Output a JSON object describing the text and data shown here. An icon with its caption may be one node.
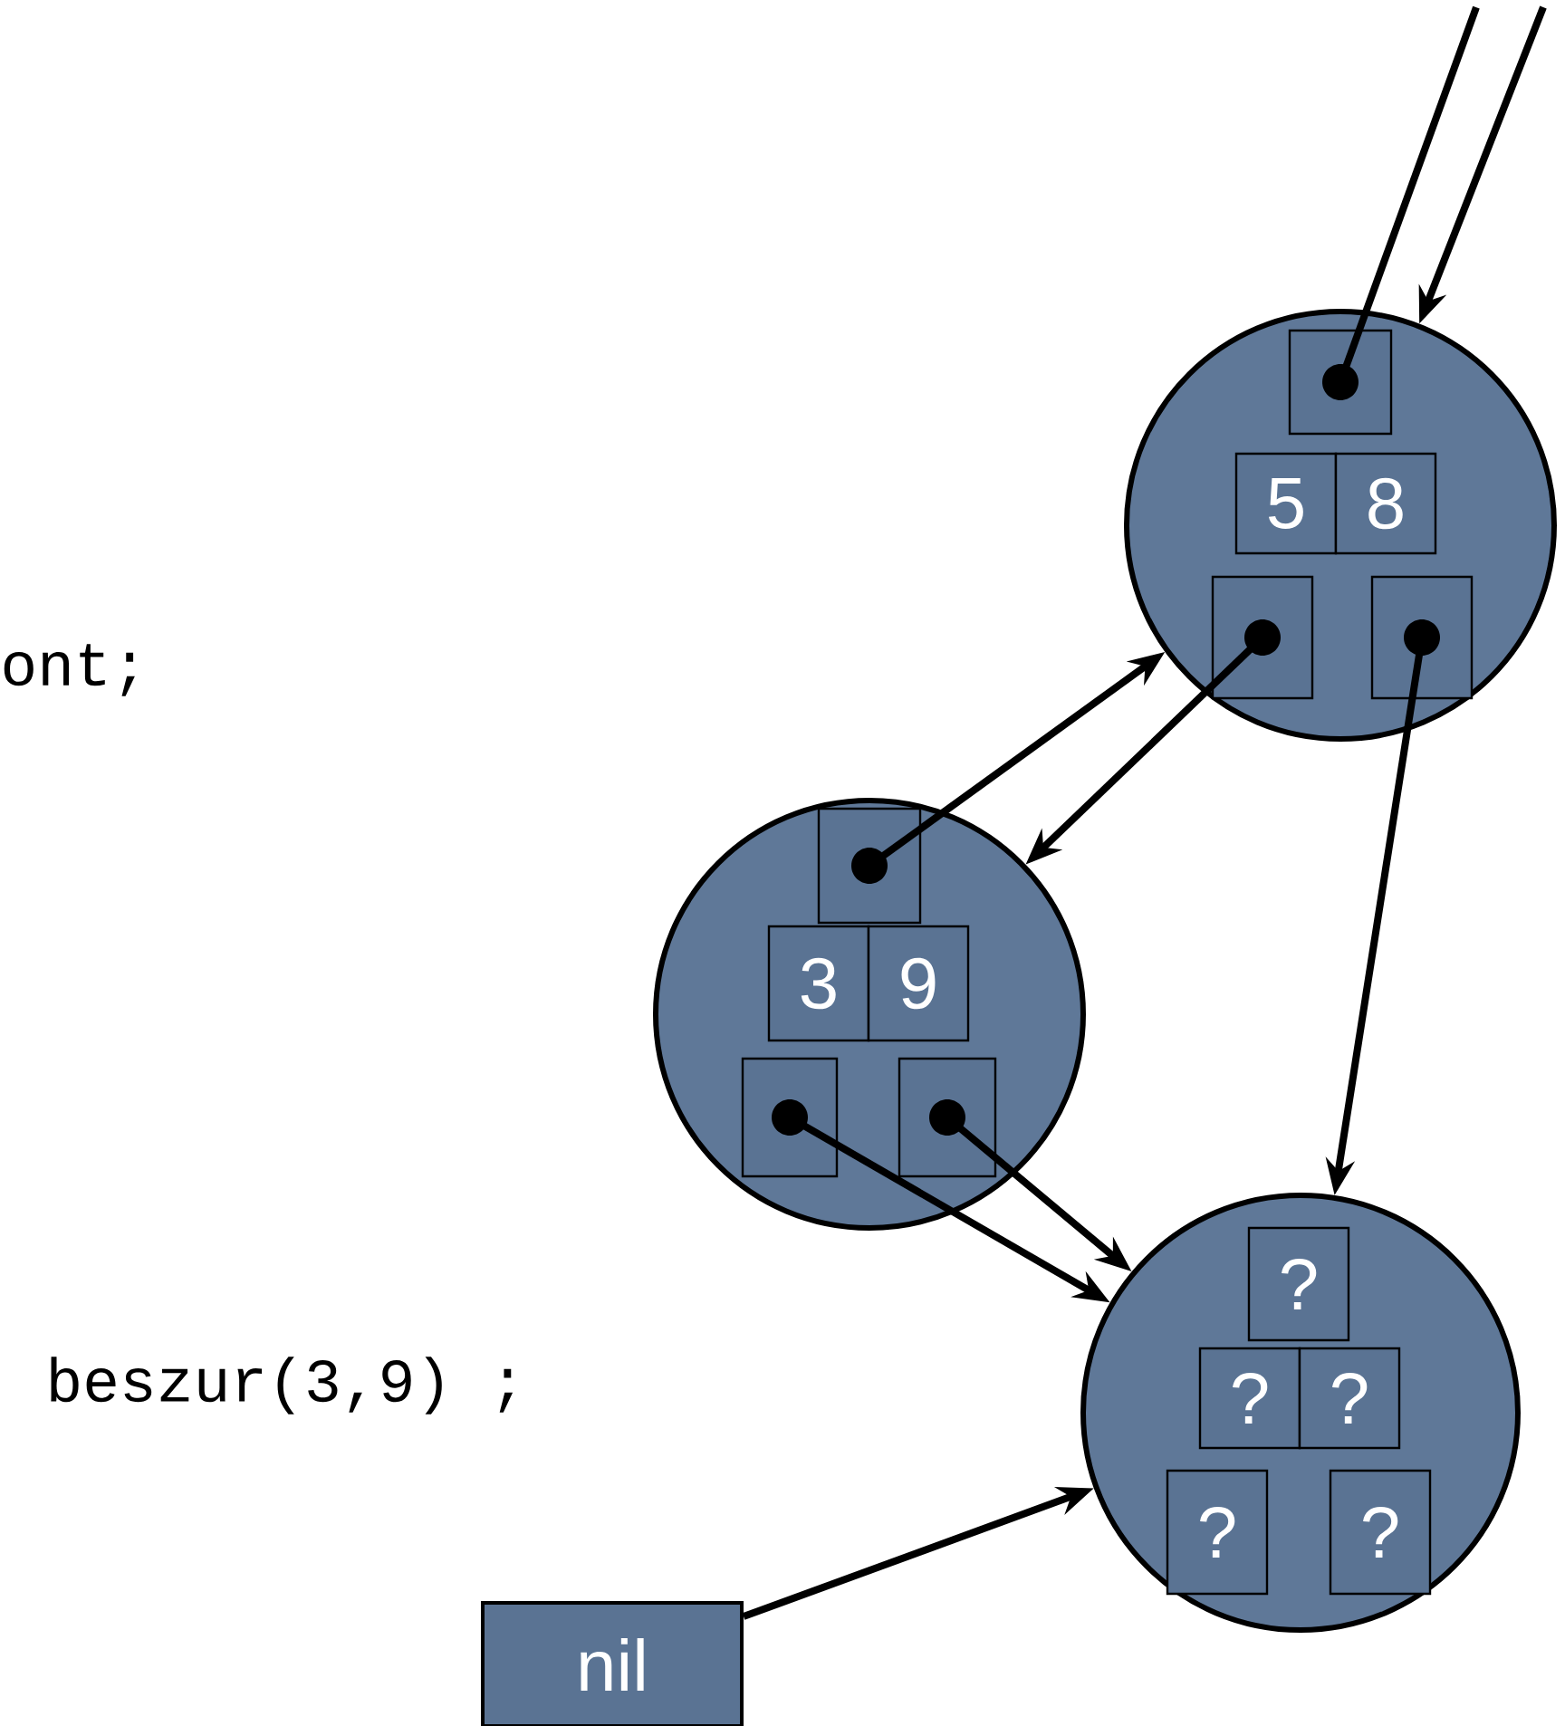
{
  "diagram": {
    "nodes": [
      {
        "text": [],
        "shape": "circle"
      },
      {
        "text": [],
        "shape": "box",
        "in": 0
      },
      {
        "text": [
          "5"
        ],
        "in": 0
      },
      {
        "text": [
          "8"
        ],
        "in": 0
      },
      {
        "text": [],
        "shape": "box",
        "in": 0
      },
      {
        "text": [],
        "shape": "box",
        "in": 0
      },
      {
        "text": [],
        "shape": "circle"
      },
      {
        "text": [],
        "shape": "box",
        "in": 6
      },
      {
        "text": [
          "3"
        ],
        "in": 6
      },
      {
        "text": [
          "9"
        ],
        "in": 6
      },
      {
        "text": [],
        "shape": "box",
        "in": 6
      },
      {
        "text": [],
        "shape": "box",
        "in": 6
      },
      {
        "text": [],
        "shape": "circle"
      },
      {
        "text": [
          "?"
        ],
        "in": 12
      },
      {
        "text": [
          "?"
        ],
        "in": 12
      },
      {
        "text": [
          "?"
        ],
        "in": 12
      },
      {
        "text": [
          "?"
        ],
        "in": 12
      },
      {
        "text": [
          "?"
        ],
        "in": 12
      },
      {
        "text": [
          "nil"
        ]
      }
    ],
    "edges": [
      {
        "from": 1,
        "to": null,
        "arrow": "none"
      },
      {
        "from": null,
        "to": 0,
        "arrow": "to"
      },
      {
        "from": 4,
        "to": 6,
        "arrow": "to"
      },
      {
        "from": 7,
        "to": 0,
        "arrow": "to"
      },
      {
        "from": 5,
        "to": 12,
        "arrow": "to"
      },
      {
        "from": 10,
        "to": 12,
        "arrow": "to"
      },
      {
        "from": 11,
        "to": 12,
        "arrow": "to"
      },
      {
        "from": 18,
        "to": 12,
        "arrow": "to"
      }
    ],
    "labels": [
      "ont;",
      "beszur(3,9) ;"
    ]
  }
}
